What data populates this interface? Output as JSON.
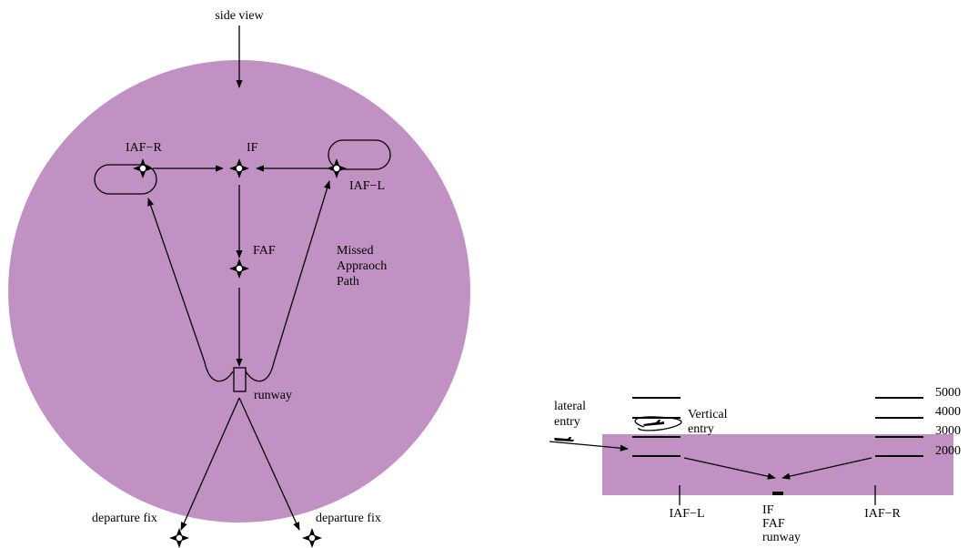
{
  "colors": {
    "airspace": "#c291c4",
    "ink": "#000000"
  },
  "plan_view": {
    "side_view_label": "side view",
    "fixes": {
      "iaf_r": "IAF−R",
      "if": "IF",
      "iaf_l": "IAF−L",
      "faf": "FAF",
      "runway": "runway",
      "departure_left": "departure fix",
      "departure_right": "departure fix"
    },
    "missed_approach_lines": [
      "Missed",
      "Appraoch",
      "Path"
    ]
  },
  "side_view": {
    "lateral_entry_lines": [
      "lateral",
      "entry"
    ],
    "vertical_entry_lines": [
      "Vertical",
      "entry"
    ],
    "altitudes": [
      "5000",
      "4000",
      "3000",
      "2000"
    ],
    "bottom_labels": {
      "iaf_l": "IAF−L",
      "iaf_r": "IAF−R",
      "center_lines": [
        "IF",
        "FAF",
        "runway"
      ]
    }
  }
}
